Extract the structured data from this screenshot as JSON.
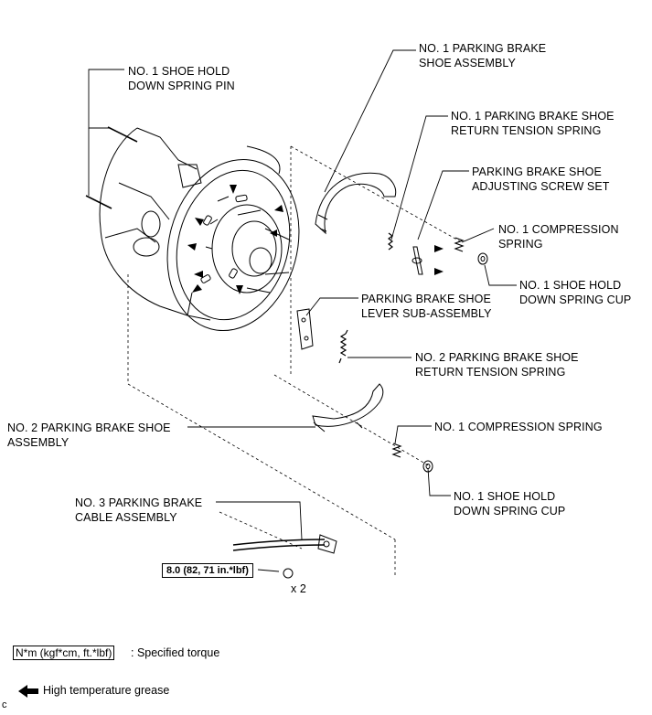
{
  "labels": {
    "shoe_hold_pin": [
      "NO. 1 SHOE HOLD",
      "DOWN SPRING PIN"
    ],
    "parking_brake_shoe_1": [
      "NO. 1 PARKING BRAKE",
      "SHOE ASSEMBLY"
    ],
    "return_spring_1": [
      "NO. 1 PARKING BRAKE SHOE",
      "RETURN TENSION SPRING"
    ],
    "adjusting_screw": [
      "PARKING BRAKE SHOE",
      "ADJUSTING SCREW SET"
    ],
    "compression_spring_upper": [
      "NO. 1 COMPRESSION",
      "SPRING"
    ],
    "spring_cup_upper": [
      "NO. 1 SHOE HOLD",
      "DOWN SPRING CUP"
    ],
    "lever_sub_assembly": [
      "PARKING BRAKE SHOE",
      "LEVER SUB-ASSEMBLY"
    ],
    "return_spring_2": [
      "NO. 2 PARKING BRAKE SHOE",
      "RETURN TENSION SPRING"
    ],
    "parking_brake_shoe_2": [
      "NO. 2 PARKING BRAKE SHOE",
      "ASSEMBLY"
    ],
    "compression_spring_lower": [
      "NO. 1 COMPRESSION SPRING"
    ],
    "spring_cup_lower": [
      "NO. 1 SHOE HOLD",
      "DOWN SPRING CUP"
    ],
    "cable_assembly": [
      "NO. 3 PARKING BRAKE",
      "CABLE ASSEMBLY"
    ]
  },
  "torque": {
    "value": "8.0 (82, 71 in.*lbf)",
    "quantity": "x 2"
  },
  "legend": {
    "torque_unit": "N*m (kgf*cm, ft.*lbf)",
    "torque_desc": ": Specified torque",
    "grease_desc": "High temperature grease"
  },
  "corner_code": "c"
}
